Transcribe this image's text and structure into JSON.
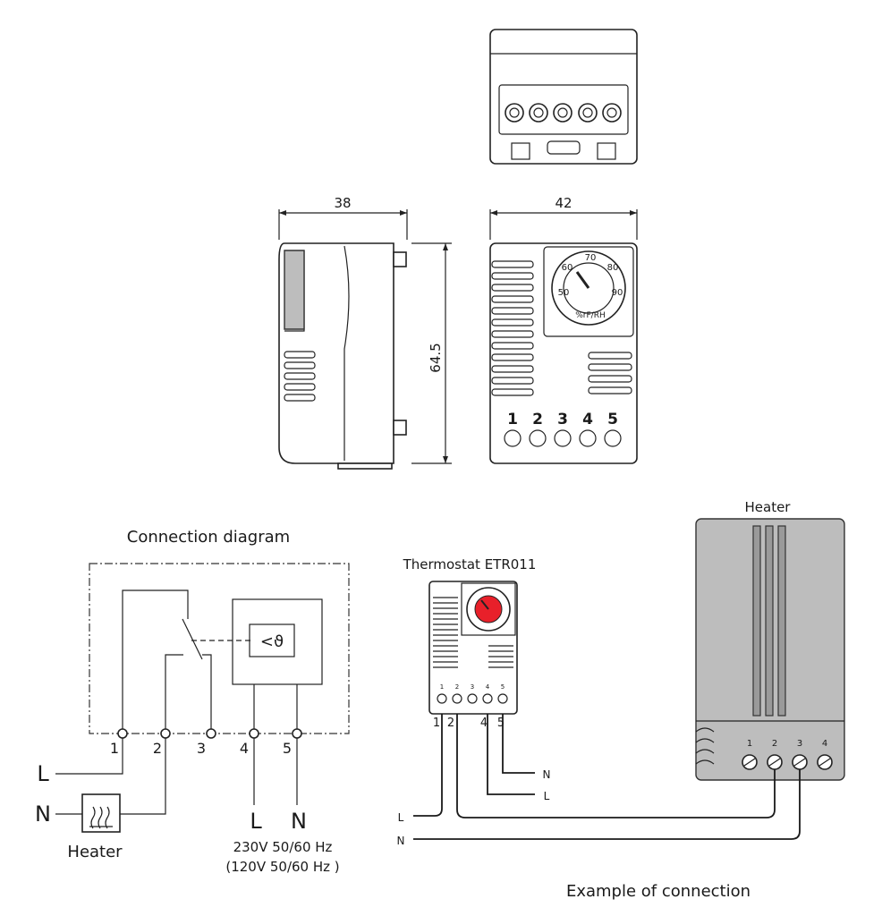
{
  "dimensions": {
    "depth": "38",
    "width": "42",
    "height": "64.5"
  },
  "front_view": {
    "terminal_numbers": [
      "1",
      "2",
      "3",
      "4",
      "5"
    ],
    "dial_ticks": [
      "70",
      "80",
      "90",
      "50",
      "60"
    ],
    "dial_units": "%rF/RH"
  },
  "connection_diagram": {
    "title": "Connection diagram",
    "terminals": [
      "1",
      "2",
      "3",
      "4",
      "5"
    ],
    "line_label": "L",
    "neutral_label": "N",
    "supply_l": "L",
    "supply_n": "N",
    "heater_label": "Heater",
    "sensor_symbol": "<ϑ",
    "supply_voltage": "230V 50/60 Hz",
    "alt_voltage": "(120V 50/60 Hz )"
  },
  "example": {
    "thermostat_title": "Thermostat ETR011",
    "heater_title": "Heater",
    "thermostat_terminals": [
      "1",
      "2",
      "4",
      "5"
    ],
    "heater_terminals": [
      "1",
      "2",
      "3",
      "4"
    ],
    "mini_terminals": [
      "1",
      "2",
      "3",
      "4",
      "5"
    ],
    "labels": {
      "n_right": "N",
      "l_right": "L",
      "l_left": "L",
      "n_left": "N"
    },
    "caption": "Example of connection"
  },
  "colors": {
    "dial_accent": "#e8202a",
    "housing_gray": "#bdbdbd"
  }
}
